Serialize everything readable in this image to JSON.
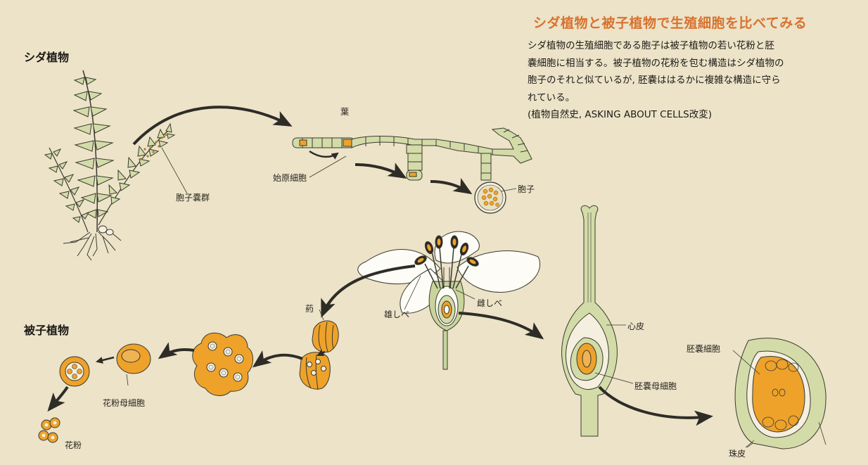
{
  "header": {
    "title": "シダ植物と被子植物で生殖細胞を比べてみる",
    "description_lines": [
      "シダ植物の生殖細胞である胞子は被子植物の若い花粉と胚",
      "嚢細胞に相当する。被子植物の花粉を包む構造はシダ植物の",
      "胞子のそれと似ているが, 胚嚢ははるかに複雑な構造に守ら",
      "れている。",
      "(植物自然史, ASKING ABOUT CELLS改変)"
    ]
  },
  "fern": {
    "section_label": "シダ植物",
    "leaf_label": "葉",
    "sori_label": "胞子嚢群",
    "initial_cell_label": "始原細胞",
    "spore_label": "胞子"
  },
  "angiosperm": {
    "section_label": "被子植物",
    "anther_label": "葯",
    "stamen_label": "雄しべ",
    "pistil_label": "雌しべ",
    "pollen_mother_label": "花粉母細胞",
    "pollen_label": "花粉",
    "carpel_label": "心皮",
    "embryo_sac_mother_label": "胚嚢母細胞",
    "embryo_sac_label": "胚嚢細胞",
    "integument_label": "珠皮"
  },
  "colors": {
    "background": "#ece3c8",
    "title_orange": "#d8722f",
    "cell_orange": "#eea22a",
    "tissue_green": "#d3dca8",
    "outline": "#3a3a30",
    "arrow": "#2e2c27"
  }
}
